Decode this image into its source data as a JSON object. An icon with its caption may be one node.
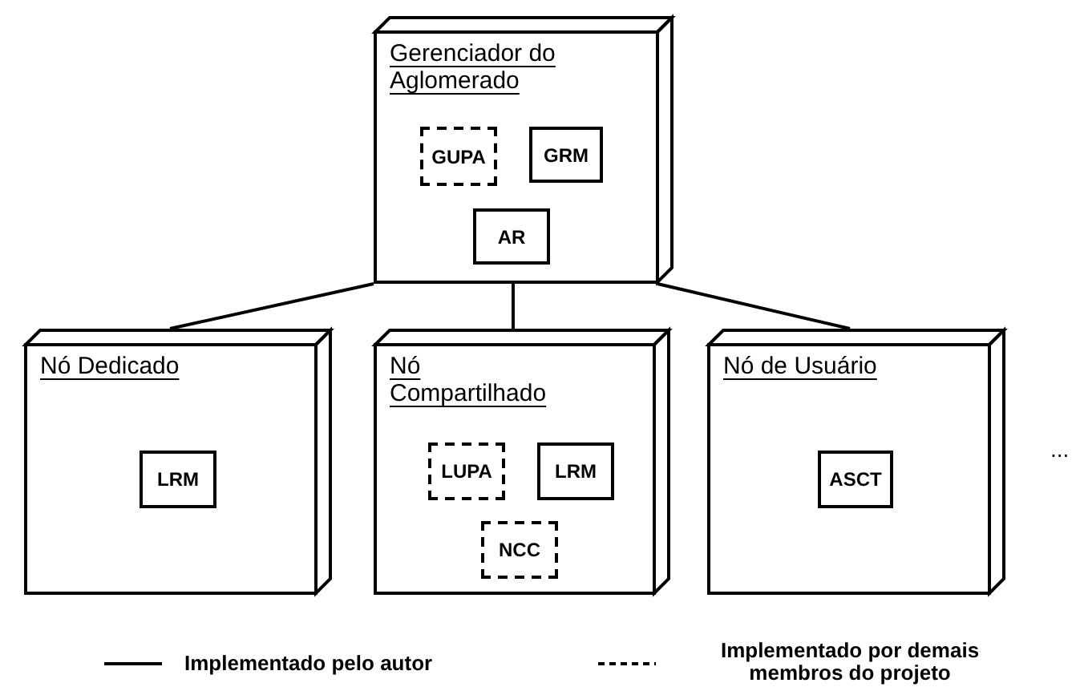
{
  "diagram": {
    "nodes": [
      {
        "text": [
          "Gerenciador do Aglomerado"
        ]
      },
      {
        "text": [
          "GUPA"
        ],
        "in": 0
      },
      {
        "text": [
          "GRM"
        ],
        "in": 0
      },
      {
        "text": [
          "AR"
        ],
        "in": 0
      },
      {
        "text": [
          "Nó Dedicado"
        ]
      },
      {
        "text": [
          "LRM"
        ],
        "in": 4
      },
      {
        "text": [
          "Nó Compartilhado"
        ]
      },
      {
        "text": [
          "LUPA"
        ],
        "in": 6
      },
      {
        "text": [
          "LRM"
        ],
        "in": 6
      },
      {
        "text": [
          "NCC"
        ],
        "in": 6
      },
      {
        "text": [
          "Nó de Usuário"
        ]
      },
      {
        "text": [
          "ASCT"
        ],
        "in": 10
      }
    ],
    "edges": [
      {
        "from": 0,
        "to": 4,
        "arrow": "none"
      },
      {
        "from": 0,
        "to": 6,
        "arrow": "none"
      },
      {
        "from": 0,
        "to": 10,
        "arrow": "none"
      }
    ],
    "labels": [
      "..."
    ],
    "legend": [
      {
        "text": "Implementado pelo autor"
      },
      {
        "text": "Implementado por demais membros do projeto"
      }
    ]
  }
}
